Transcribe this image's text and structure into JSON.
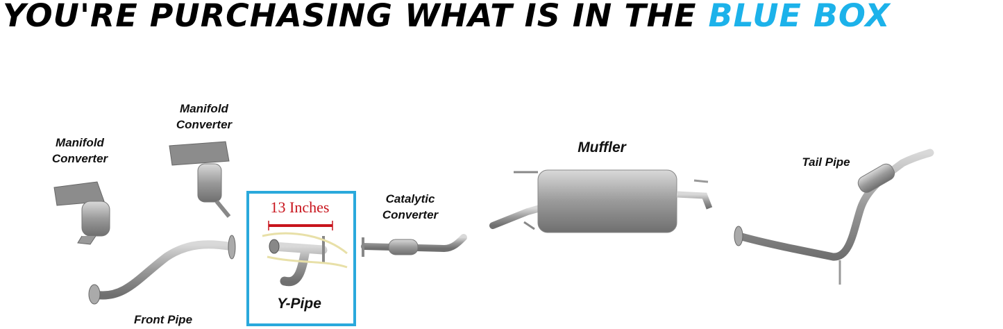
{
  "headline": {
    "prefix": "YOU'RE PURCHASING WHAT IS IN THE",
    "highlight": "BLUE BOX"
  },
  "colors": {
    "highlight": "#1cb2ea",
    "box_border": "#2aa9dc",
    "measure": "#c8141c"
  },
  "parts": {
    "manifold_converter_left": {
      "line1": "Manifold",
      "line2": "Converter"
    },
    "manifold_converter_right": {
      "line1": "Manifold",
      "line2": "Converter"
    },
    "front_pipe": "Front Pipe",
    "y_pipe": "Y-Pipe",
    "y_pipe_measure": "13 Inches",
    "catalytic_converter": {
      "line1": "Catalytic",
      "line2": "Converter"
    },
    "muffler": "Muffler",
    "tail_pipe": "Tail Pipe"
  }
}
